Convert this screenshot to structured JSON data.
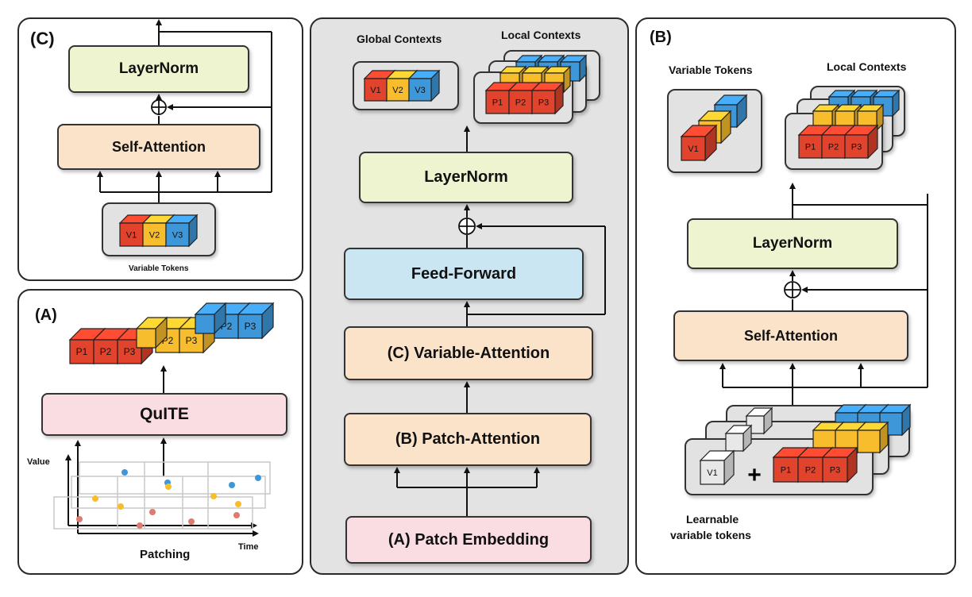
{
  "panel_c": {
    "tag": "(C)",
    "layernorm": "LayerNorm",
    "self_attention": "Self-Attention",
    "tokens_caption": "Variable Tokens",
    "token_labels": [
      "V1",
      "V2",
      "V3"
    ]
  },
  "panel_a": {
    "tag": "(A)",
    "quite": "QuITE",
    "axis_value": "Value",
    "axis_time": "Time",
    "patching": "Patching",
    "patch_labels": [
      "P1",
      "P2",
      "P3",
      "P2",
      "P3",
      "P2",
      "P3"
    ]
  },
  "center": {
    "global_contexts": "Global Contexts",
    "local_contexts": "Local Contexts",
    "global_labels": [
      "V1",
      "V2",
      "V3"
    ],
    "local_labels": [
      "P1",
      "P2",
      "P3"
    ],
    "layernorm": "LayerNorm",
    "feed_forward": "Feed-Forward",
    "variable_attention": "(C) Variable-Attention",
    "patch_attention": "(B) Patch-Attention",
    "patch_embedding": "(A) Patch Embedding"
  },
  "panel_b": {
    "tag": "(B)",
    "variable_tokens": "Variable Tokens",
    "local_contexts": "Local Contexts",
    "token_label": "V1",
    "local_labels": [
      "P1",
      "P2",
      "P3"
    ],
    "layernorm": "LayerNorm",
    "self_attention": "Self-Attention",
    "learnable_caption_line1": "Learnable",
    "learnable_caption_line2": "variable tokens",
    "plus": "+",
    "v1": "V1",
    "input_labels": [
      "P1",
      "P2",
      "P3"
    ]
  },
  "colors": {
    "red": "#e2432c",
    "yellow": "#f8bd2c",
    "blue": "#3d97d9",
    "gray_cube": "#e8e8e8"
  }
}
